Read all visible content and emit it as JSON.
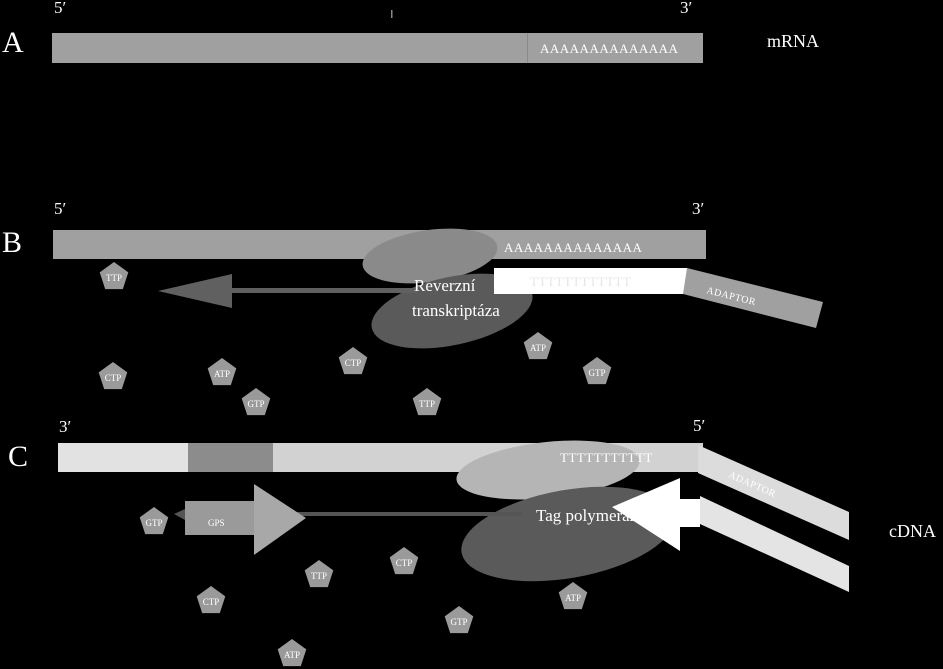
{
  "colors": {
    "background": "#000000",
    "strand_gray": "#a0a0a0",
    "strand_light": "#dedede",
    "enzyme_dark": "#5a5a5a",
    "enzyme_light": "#8a8a8a",
    "nucleotide": "#9a9a9a",
    "primer_dark": "#8a8a8a"
  },
  "section_a": {
    "letter": "A",
    "end_left": "5′",
    "end_right": "3′",
    "poly_a": "AAAAAAAAAAAAAA",
    "label": "mRNA"
  },
  "section_b": {
    "letter": "B",
    "end_left": "5′",
    "end_right": "3′",
    "poly_a": "AAAAAAAAAAAAAA",
    "oligo_t": "TTTTTTTTTTTT",
    "adaptor": "ADAPTOR",
    "enzyme_line1": "Reverzní",
    "enzyme_line2": "transkriptáza",
    "nucleotides": [
      {
        "label": "TTP"
      },
      {
        "label": "CTP"
      },
      {
        "label": "ATP"
      },
      {
        "label": "GTP"
      },
      {
        "label": "CTP"
      },
      {
        "label": "TTP"
      },
      {
        "label": "ATP"
      },
      {
        "label": "GTP"
      }
    ]
  },
  "section_c": {
    "letter": "C",
    "end_left": "3′",
    "end_right": "5′",
    "oligo_t": "TTTTTTTTTTT",
    "adaptor": "ADAPTOR",
    "gps": "GPS",
    "enzyme": "Tag polymeráza",
    "label": "cDNA",
    "nucleotides": [
      {
        "label": "GTP"
      },
      {
        "label": "CTP"
      },
      {
        "label": "TTP"
      },
      {
        "label": "CTP"
      },
      {
        "label": "GTP"
      },
      {
        "label": "ATP"
      },
      {
        "label": "ATP"
      }
    ]
  }
}
